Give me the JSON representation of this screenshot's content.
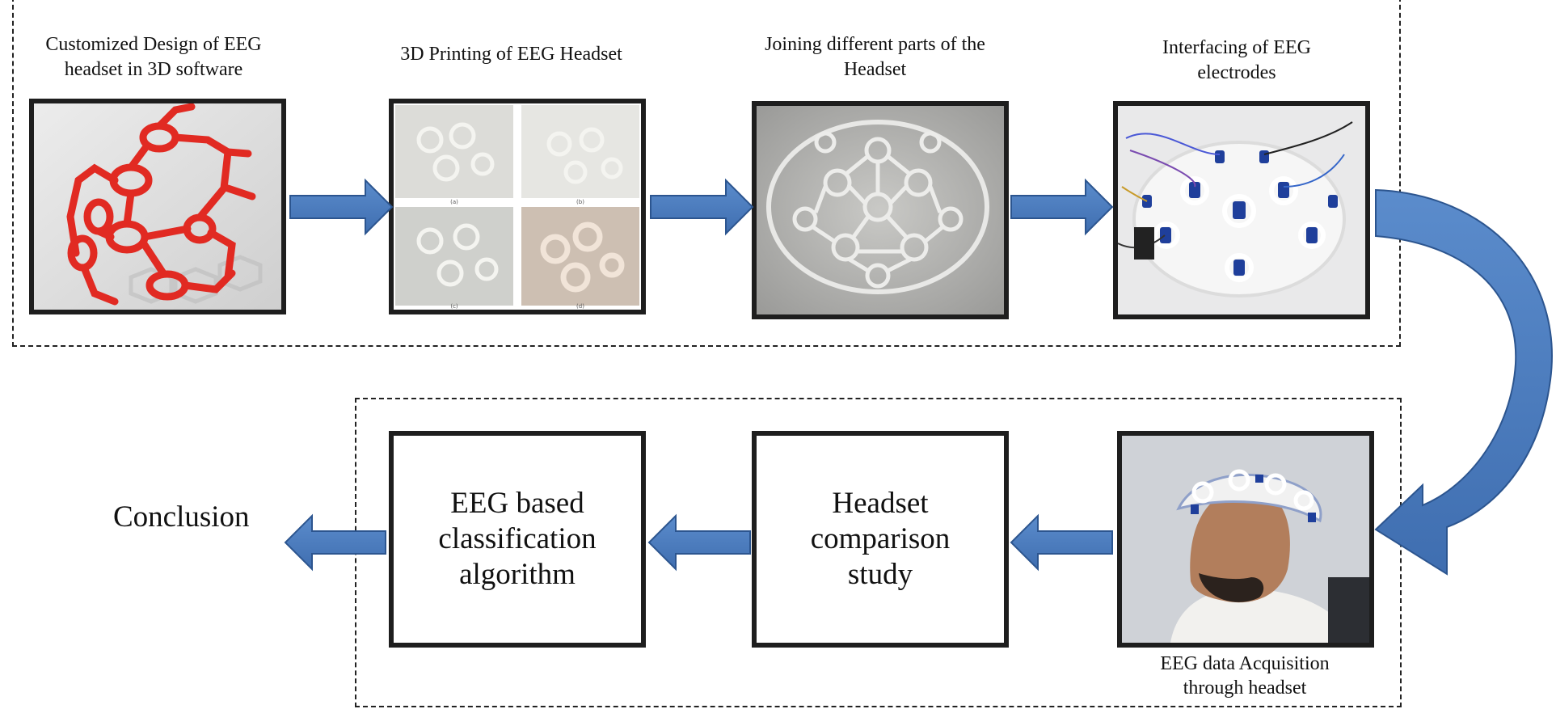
{
  "top_row": {
    "steps": [
      {
        "caption": "Customized Design of EEG\nheadset in 3D software",
        "image": "red-3d-headset-model"
      },
      {
        "caption": "3D Printing of EEG Headset",
        "image": "printed-headset-panels",
        "panel_labels": [
          "(a)",
          "(b)",
          "(c)",
          "(d)"
        ]
      },
      {
        "caption": "Joining different parts of the\nHeadset",
        "image": "assembled-headset-shell"
      },
      {
        "caption": "Interfacing of EEG\nelectrodes",
        "image": "headset-with-electrodes"
      }
    ]
  },
  "bottom_row": {
    "acquisition": {
      "caption": "EEG data Acquisition\nthrough headset",
      "image": "person-wearing-headset"
    },
    "boxes": [
      {
        "text": "Headset\ncomparison\nstudy"
      },
      {
        "text": "EEG based\nclassification\nalgorithm"
      }
    ],
    "conclusion": "Conclusion"
  },
  "colors": {
    "arrow_fill": "#4a79b8",
    "arrow_stroke": "#2c558f",
    "box_border": "#1e1e1e",
    "dashed_border": "#222222"
  },
  "icons": [
    "arrow-right",
    "arrow-left",
    "curved-arrow-down-left"
  ]
}
